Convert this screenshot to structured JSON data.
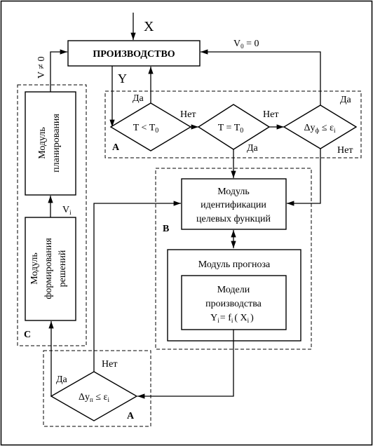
{
  "blocks": {
    "production": "ПРОИЗВОДСТВО",
    "planning": [
      "Модуль",
      "планирования"
    ],
    "decision": [
      "Модуль",
      "формирования",
      "решений"
    ],
    "identification": [
      "Модуль",
      "идентификации",
      "целевых функций"
    ],
    "forecast": "Модуль прогноза",
    "models": [
      "Модели",
      "производства"
    ]
  },
  "conditions": {
    "t_less": {
      "main": "T < T",
      "sub": "0"
    },
    "t_equal": {
      "main": "T = T",
      "sub": "0"
    },
    "dy_f": {
      "main": "Δy",
      "sub1": "ф",
      "mid": " ≤ ε",
      "sub2": "i"
    },
    "dy_p": {
      "main": "Δy",
      "sub1": "п",
      "mid": " ≤ ε",
      "sub2": "i"
    }
  },
  "formula": {
    "y": "Y",
    "yi_sub": "i",
    "eq": "= f",
    "fi_sub": "i",
    "paren_open": "( X",
    "xi_sub": "i",
    "paren_close": ")"
  },
  "signals": {
    "x": "X",
    "y": "Y",
    "v0": {
      "main": "V",
      "sub": "0",
      "tail": " = 0"
    },
    "v_ne": {
      "main": "V ≠ 0"
    },
    "vi": {
      "main": "V",
      "sub": "i"
    }
  },
  "branch_labels": {
    "yes": "Да",
    "no": "Нет"
  },
  "region_labels": {
    "a_top": "A",
    "a_bottom": "A",
    "b": "B",
    "c": "C"
  }
}
